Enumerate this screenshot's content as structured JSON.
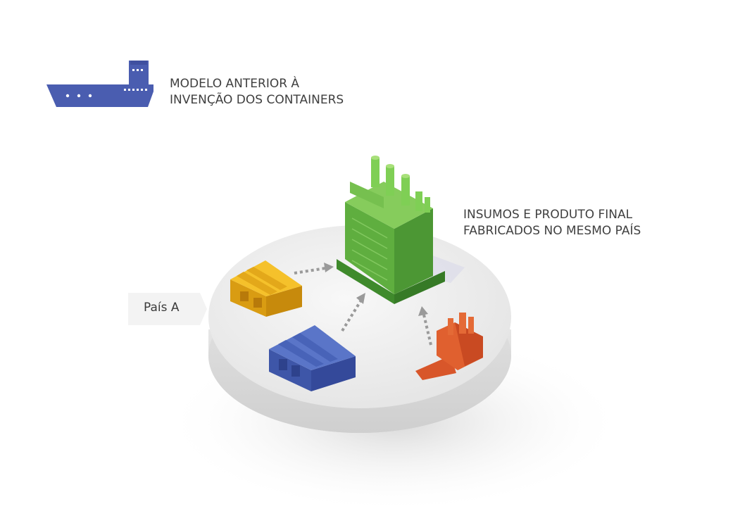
{
  "legend": {
    "icon": "cargo-ship-icon",
    "title_line1": "MODELO ANTERIOR À",
    "title_line2": "INVENÇÃO DOS CONTAINERS"
  },
  "factory_caption": {
    "line1": "INSUMOS E PRODUTO FINAL",
    "line2": "FABRICADOS NO MESMO PAÍS"
  },
  "country_label": "País A",
  "buildings": [
    {
      "name": "final-product-factory",
      "icon": "factory-icon",
      "color": "#6fbf4a"
    },
    {
      "name": "yellow-warehouse",
      "icon": "warehouse-icon",
      "color": "#f2b51e"
    },
    {
      "name": "blue-warehouse",
      "icon": "warehouse-icon",
      "color": "#4a63b8"
    },
    {
      "name": "orange-plant",
      "icon": "plant-icon",
      "color": "#de5a2c"
    }
  ],
  "colors": {
    "ship": "#4a5db0",
    "platform": "#e9e9ea",
    "arrow": "#9a9a9a",
    "text": "#3f3f3f"
  }
}
